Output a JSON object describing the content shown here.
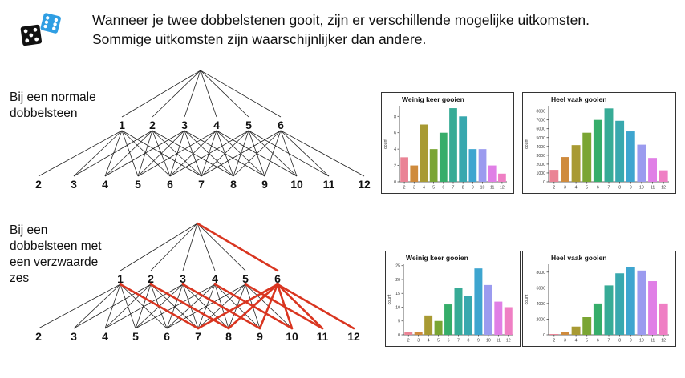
{
  "intro": {
    "line1": "Wanneer je twee dobbelstenen gooit, zijn er verschillende mogelijke uitkomsten.",
    "line2": "Sommige uitkomsten zijn waarschijnlijker dan andere."
  },
  "icon": "dice-icon",
  "sections": [
    {
      "label_lines": [
        "Bij een normale",
        "dobbelsteen"
      ],
      "die_faces": [
        "1",
        "2",
        "3",
        "4",
        "5",
        "6"
      ],
      "sums": [
        "2",
        "3",
        "4",
        "5",
        "6",
        "7",
        "8",
        "9",
        "10",
        "11",
        "12"
      ],
      "highlight_face": null
    },
    {
      "label_lines": [
        "Bij een",
        "dobbelsteen met",
        "een verzwaarde",
        "zes"
      ],
      "die_faces": [
        "1",
        "2",
        "3",
        "4",
        "5",
        "6"
      ],
      "sums": [
        "2",
        "3",
        "4",
        "5",
        "6",
        "7",
        "8",
        "9",
        "10",
        "11",
        "12"
      ],
      "highlight_face": "6",
      "highlight_color": "#d93520"
    }
  ],
  "chart_data": [
    {
      "type": "bar",
      "title": "Weinig keer gooien",
      "ylabel": "count",
      "categories": [
        "2",
        "3",
        "4",
        "5",
        "6",
        "7",
        "8",
        "9",
        "10",
        "11",
        "12"
      ],
      "values": [
        3,
        2,
        7,
        4,
        6,
        9,
        8,
        4,
        4,
        2,
        1
      ],
      "ylim": [
        0,
        9.3
      ],
      "yticks": [
        0,
        2,
        4,
        6,
        8
      ],
      "colors": [
        "#ea8395",
        "#cf8b3d",
        "#a89a33",
        "#7aa533",
        "#36ad6a",
        "#37ab96",
        "#38a8ae",
        "#3ea5cf",
        "#9b9bef",
        "#e07fe6",
        "#ef7fc4"
      ]
    },
    {
      "type": "bar",
      "title": "Heel vaak gooien",
      "ylabel": "count",
      "categories": [
        "2",
        "3",
        "4",
        "5",
        "6",
        "7",
        "8",
        "9",
        "10",
        "11",
        "12"
      ],
      "values": [
        1350,
        2800,
        4150,
        5550,
        7000,
        8300,
        6900,
        5700,
        4200,
        2700,
        1300
      ],
      "ylim": [
        0,
        8600
      ],
      "yticks": [
        0,
        1000,
        2000,
        3000,
        4000,
        5000,
        6000,
        7000,
        8000
      ],
      "colors": [
        "#ea8395",
        "#cf8b3d",
        "#a89a33",
        "#7aa533",
        "#36ad6a",
        "#37ab96",
        "#38a8ae",
        "#3ea5cf",
        "#9b9bef",
        "#e07fe6",
        "#ef7fc4"
      ]
    },
    {
      "type": "bar",
      "title": "Weinig keer gooien",
      "ylabel": "count",
      "categories": [
        "2",
        "3",
        "4",
        "5",
        "6",
        "7",
        "8",
        "9",
        "10",
        "11",
        "12"
      ],
      "values": [
        1,
        1,
        7,
        5,
        11,
        17,
        14,
        24,
        18,
        12,
        10
      ],
      "ylim": [
        0,
        25.5
      ],
      "yticks": [
        0,
        5,
        10,
        15,
        20,
        25
      ],
      "colors": [
        "#ea8395",
        "#cf8b3d",
        "#a89a33",
        "#7aa533",
        "#36ad6a",
        "#37ab96",
        "#38a8ae",
        "#3ea5cf",
        "#9b9bef",
        "#e07fe6",
        "#ef7fc4"
      ]
    },
    {
      "type": "bar",
      "title": "Heel vaak gooien",
      "ylabel": "count",
      "categories": [
        "2",
        "3",
        "4",
        "5",
        "6",
        "7",
        "8",
        "9",
        "10",
        "11",
        "12"
      ],
      "values": [
        100,
        400,
        1050,
        2250,
        4000,
        6300,
        7850,
        8650,
        8200,
        6850,
        4000
      ],
      "ylim": [
        0,
        9000
      ],
      "yticks": [
        0,
        2000,
        4000,
        6000,
        8000
      ],
      "colors": [
        "#ea8395",
        "#cf8b3d",
        "#a89a33",
        "#7aa533",
        "#36ad6a",
        "#37ab96",
        "#38a8ae",
        "#3ea5cf",
        "#9b9bef",
        "#e07fe6",
        "#ef7fc4"
      ]
    }
  ]
}
